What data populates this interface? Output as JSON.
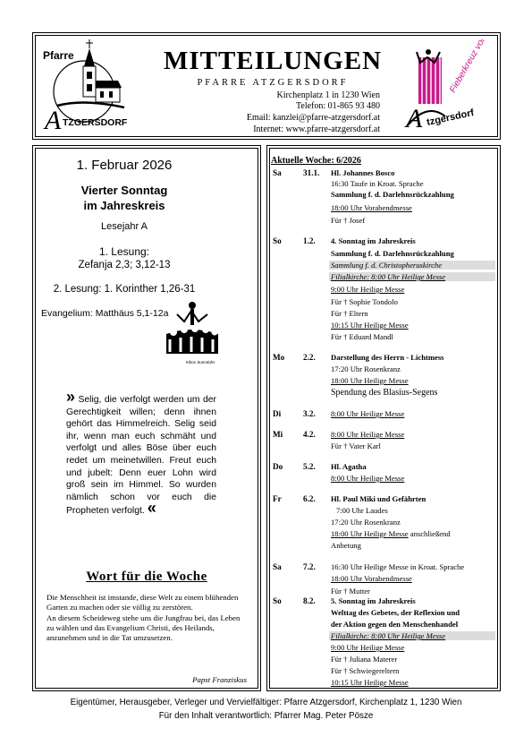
{
  "header": {
    "title": "MITTEILUNGEN",
    "subtitle": "PFARRE ATZGERSDORF",
    "address": "Kirchenplatz 1 in 1230 Wien",
    "phone": "Telefon: 01-865 93 480",
    "email": "Email: kanzlei@pfarre-atzgersdorf.at",
    "internet": "Internet: www.pfarre-atzgersdorf.at",
    "logo_left_top": "Pfarre",
    "logo_left_bottom": "TZGERSDORF",
    "logo_left_initial": "A",
    "logo_right_text": "Fieberkreuz von",
    "logo_right_bottom": "tzgersdorf",
    "logo_right_initial": "A"
  },
  "sunday": {
    "date": "1. Februar 2026",
    "name_line1": "Vierter Sonntag",
    "name_line2": "im Jahreskreis",
    "lesejahr": "Lesejahr A",
    "lesung1_label": "1. Lesung:",
    "lesung1": "Zefanja 2,3; 3,12-13",
    "lesung2": "2. Lesung: 1. Korinther 1,26-31",
    "evangelium": "Evangelium: Matthäus 5,1-12a",
    "image_credit": "Kikos Sunndahs"
  },
  "quote": {
    "open": "»",
    "text": "Selig, die verfolgt werden um der Gerechtigkeit willen; denn ihnen gehört das Himmelreich. Selig seid ihr, wenn man euch schmäht und verfolgt und alles Böse über euch redet um meinetwillen. Freut euch und jubelt: Denn euer Lohn wird groß sein im Himmel. So wurden nämlich schon vor euch die Propheten verfolgt.",
    "close": "«"
  },
  "wort": {
    "title": "Wort für die Woche",
    "text1": "Die Menschheit ist imstande, diese Welt zu einem blühenden Garten zu machen oder sie völlig zu zerstören.",
    "text2": "An diesem Scheideweg stehe uns die Jungfrau bei, das Leben zu wählen und das Evangelium Christi, des Heilands, anzunehmen und in die Tat umzusetzen.",
    "author": "Papst Franziskus"
  },
  "week": {
    "title": "Aktuelle Woche: 6/2026",
    "days": [
      {
        "day": "Sa",
        "date": "31.1.",
        "lines": [
          "Hl. Johannes Bosco",
          "16:30 Taufe in Kroat. Sprache",
          "Sammlung f. d. Darlehnsrückzahlung",
          "18:00 Uhr Vorabendmesse",
          "Für † Josef"
        ]
      },
      {
        "day": "So",
        "date": "1.2.",
        "lines": [
          "4. Sonntag im Jahreskreis",
          "Sammlung f. d. Darlehnsrückzahlung",
          "Sammlung f. d. Christopheruskirche",
          "Filialkirche: 8:00 Uhr Heilige Messe",
          "9:00 Uhr Heilige Messe",
          "Für † Sophie Tondolo",
          "Für † Eltern",
          "10:15 Uhr Heilige Messe",
          "Für † Eduard Mandl"
        ]
      },
      {
        "day": "Mo",
        "date": "2.2.",
        "lines": [
          "Darstellung des Herrn - Lichtmess",
          "17:20 Uhr Rosenkranz",
          "18:00 Uhr Heilige Messe",
          "Spendung des Blasius-Segens"
        ]
      },
      {
        "day": "Di",
        "date": "3.2.",
        "lines": [
          "8:00 Uhr Heilige Messe"
        ]
      },
      {
        "day": "Mi",
        "date": "4.2.",
        "lines": [
          "8:00 Uhr Heilige Messe",
          "Für † Vater Karl"
        ]
      },
      {
        "day": "Do",
        "date": "5.2.",
        "lines": [
          "Hl. Agatha",
          "8:00 Uhr Heilige Messe"
        ]
      },
      {
        "day": "Fr",
        "date": "6.2.",
        "lines": [
          "Hl. Paul Miki und Gefährten",
          "7:00 Uhr Laudes",
          "17:20 Uhr Rosenkranz",
          "18:00 Uhr Heilige Messe",
          " anschließend",
          "Anbetung"
        ]
      },
      {
        "day": "Sa",
        "date": "7.2.",
        "lines": [
          "16:30 Uhr Heilige Messe in Kroat. Sprache",
          "18:00 Uhr Vorabendmesse",
          "Für † Mutter"
        ]
      },
      {
        "day": "So",
        "date": "8.2.",
        "lines": [
          "5. Sonntag im Jahreskreis",
          "Welttag des Gebetes, der Reflexion und",
          "der Aktion gegen den Menschenhandel",
          "Filialkirche: 8:00 Uhr Heilige Messe",
          "9:00 Uhr Heilige Messe",
          "Für † Juliana Materer",
          "Für † Schwiegereltern",
          "10:15 Uhr Heilige Messe"
        ]
      }
    ]
  },
  "footer": {
    "line1": "Eigentümer, Herausgeber, Verleger und Vervielfältiger: Pfarre Atzgersdorf, Kirchenplatz 1, 1230 Wien",
    "line2": "Für den Inhalt verantwortlich: Pfarrer Mag. Peter Pösze"
  }
}
